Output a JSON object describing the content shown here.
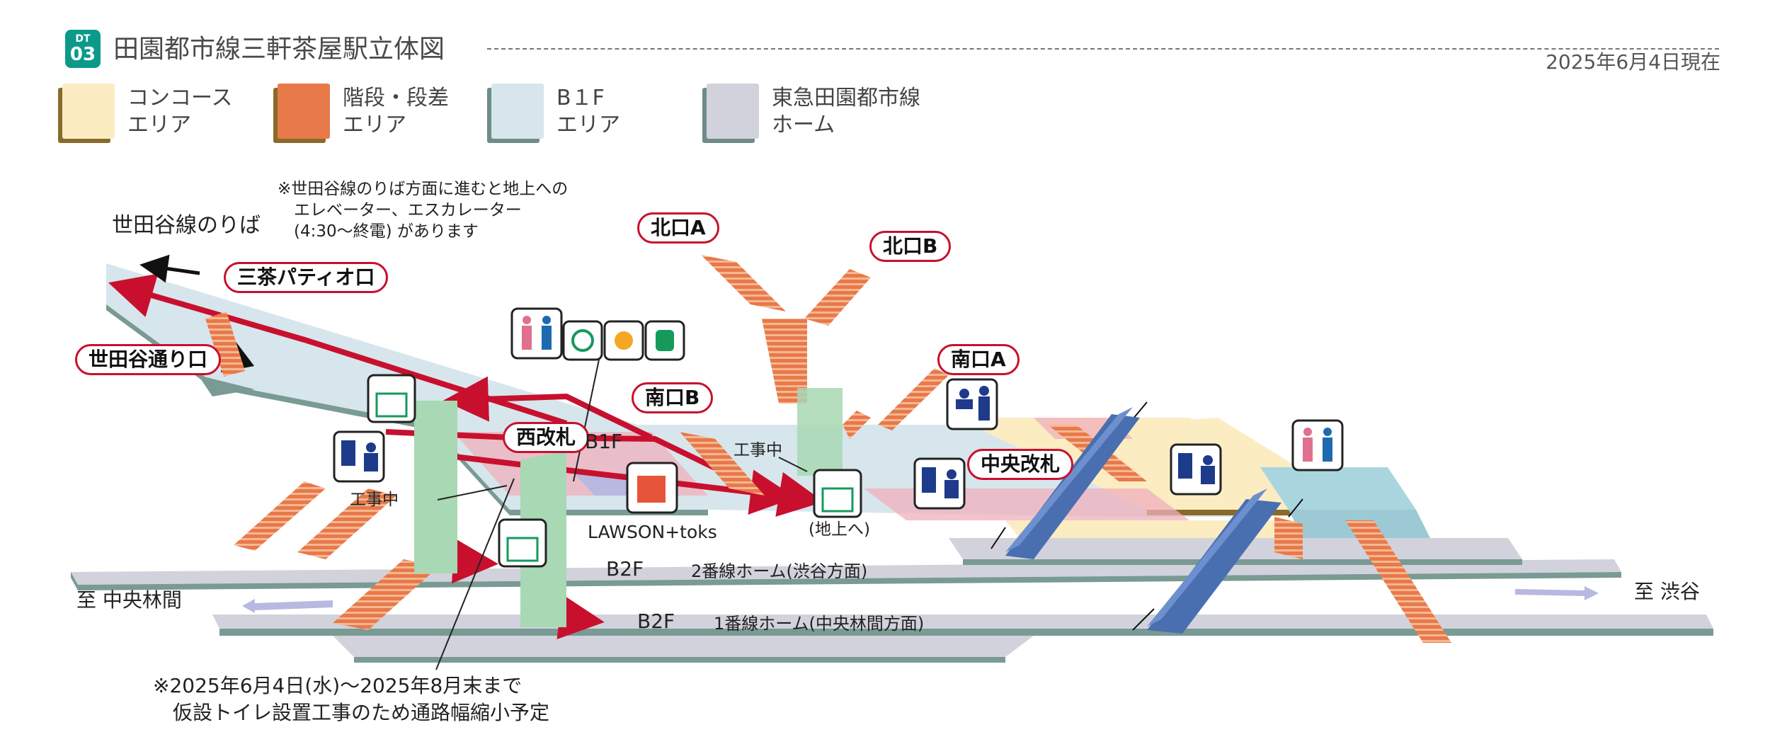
{
  "header": {
    "line_badge": {
      "top": "DT",
      "bottom": "03"
    },
    "title": "田園都市線三軒茶屋駅立体図",
    "date": "2025年6月4日現在"
  },
  "legend": [
    {
      "label": "コンコース\nエリア",
      "color": "#fbecc2"
    },
    {
      "label": "階段・段差\nエリア",
      "color": "#e8794a"
    },
    {
      "label": "B１F\nエリア",
      "color": "#d6e6ec"
    },
    {
      "label": "東急田園都市線\nホーム",
      "color": "#d2d2dc"
    }
  ],
  "exits": {
    "north_a": "北口A",
    "north_b": "北口B",
    "south_a": "南口A",
    "south_b": "南口B",
    "sancha_patio": "三茶パティオ口",
    "setagaya_dori": "世田谷通り口",
    "west_gate": "西改札",
    "central_gate": "中央改札"
  },
  "labels": {
    "setagaya_line": "世田谷線のりば",
    "note_top": "※世田谷線のりば方面に進むと地上への\n　エレベーター、エスカレーター\n　(4:30～終電) があります",
    "b1f": "B1F",
    "b2f_upper": "B2F",
    "b2f_lower": "B2F",
    "platform2": "2番線ホーム(渋谷方面)",
    "platform1": "1番線ホーム(中央林間方面)",
    "to_chuo_rinkan": "至 中央林間",
    "to_shibuya": "至 渋谷",
    "construction_1": "工事中",
    "construction_2": "工事中",
    "to_ground": "(地上へ)",
    "store": "LAWSON+toks",
    "note_bottom": "※2025年6月4日(水)～2025年8月末まで\n　仮設トイレ設置工事のため通路幅縮小予定"
  },
  "colors": {
    "route": "#c8102e",
    "line_green": "#0b9a8a",
    "concourse": "#fbecc2",
    "stairs": "#e8794a",
    "b1f": "#d6e6ec",
    "platform": "#d2d2dc",
    "elevator": "#a8d8b4",
    "escalator": "#4a6fb0"
  },
  "icons": [
    "toilet-icon",
    "accessible-toilet-icon",
    "baby-room-icon",
    "ostomate-icon",
    "elevator-icon",
    "ticket-office-icon",
    "station-staff-icon",
    "store-icon",
    "escalator-icon"
  ]
}
